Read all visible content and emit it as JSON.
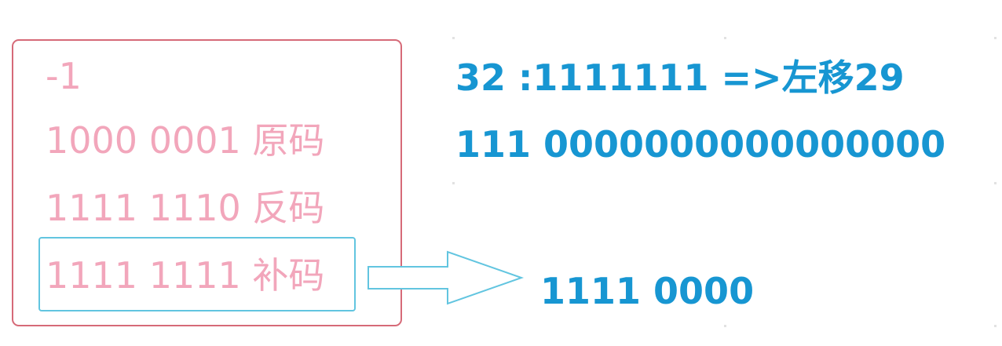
{
  "left_panel": {
    "value_label": "-1",
    "rows": [
      {
        "bits": "1000 0001",
        "name": "原码"
      },
      {
        "bits": "1111 1110",
        "name": "反码"
      },
      {
        "bits": "1111 1111",
        "name": "补码"
      }
    ]
  },
  "right_panel": {
    "line1": "32 :1111111 =>左移29",
    "line2": "111 0000000000000000",
    "result": "1111 0000"
  },
  "colors": {
    "pink_text": "#f2a6bb",
    "pink_border": "#d66a78",
    "blue_text": "#1796d2",
    "cyan_border": "#62c5e0"
  }
}
